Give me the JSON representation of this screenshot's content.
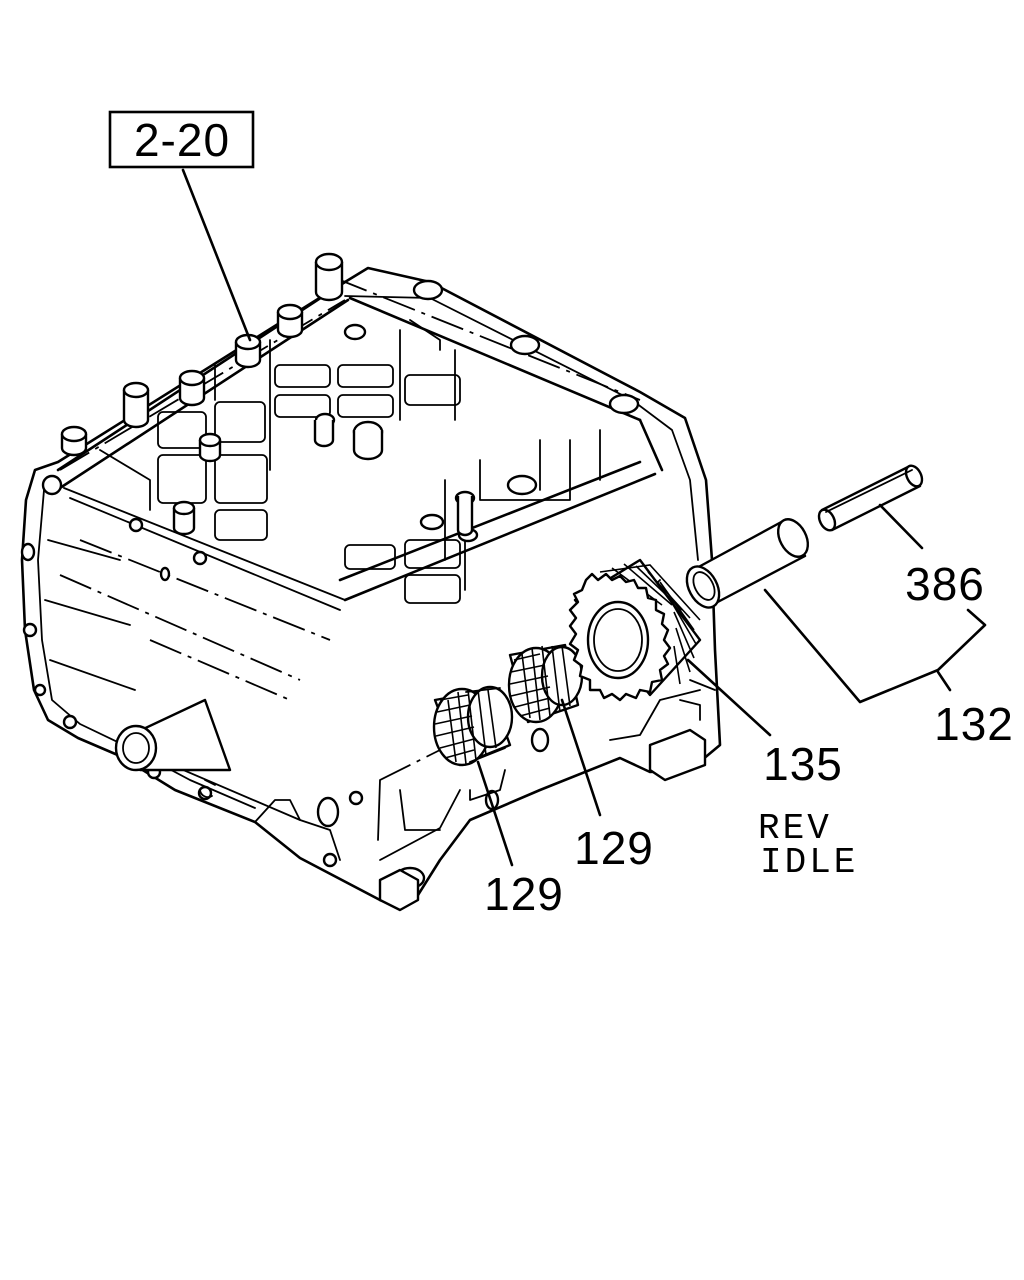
{
  "callouts": {
    "ref_box": "2-20",
    "pin": "386",
    "shaft": "132",
    "gear": "135",
    "bearing_a": "129",
    "bearing_b": "129"
  },
  "note": {
    "line1": "REV",
    "line2": "IDLE"
  }
}
